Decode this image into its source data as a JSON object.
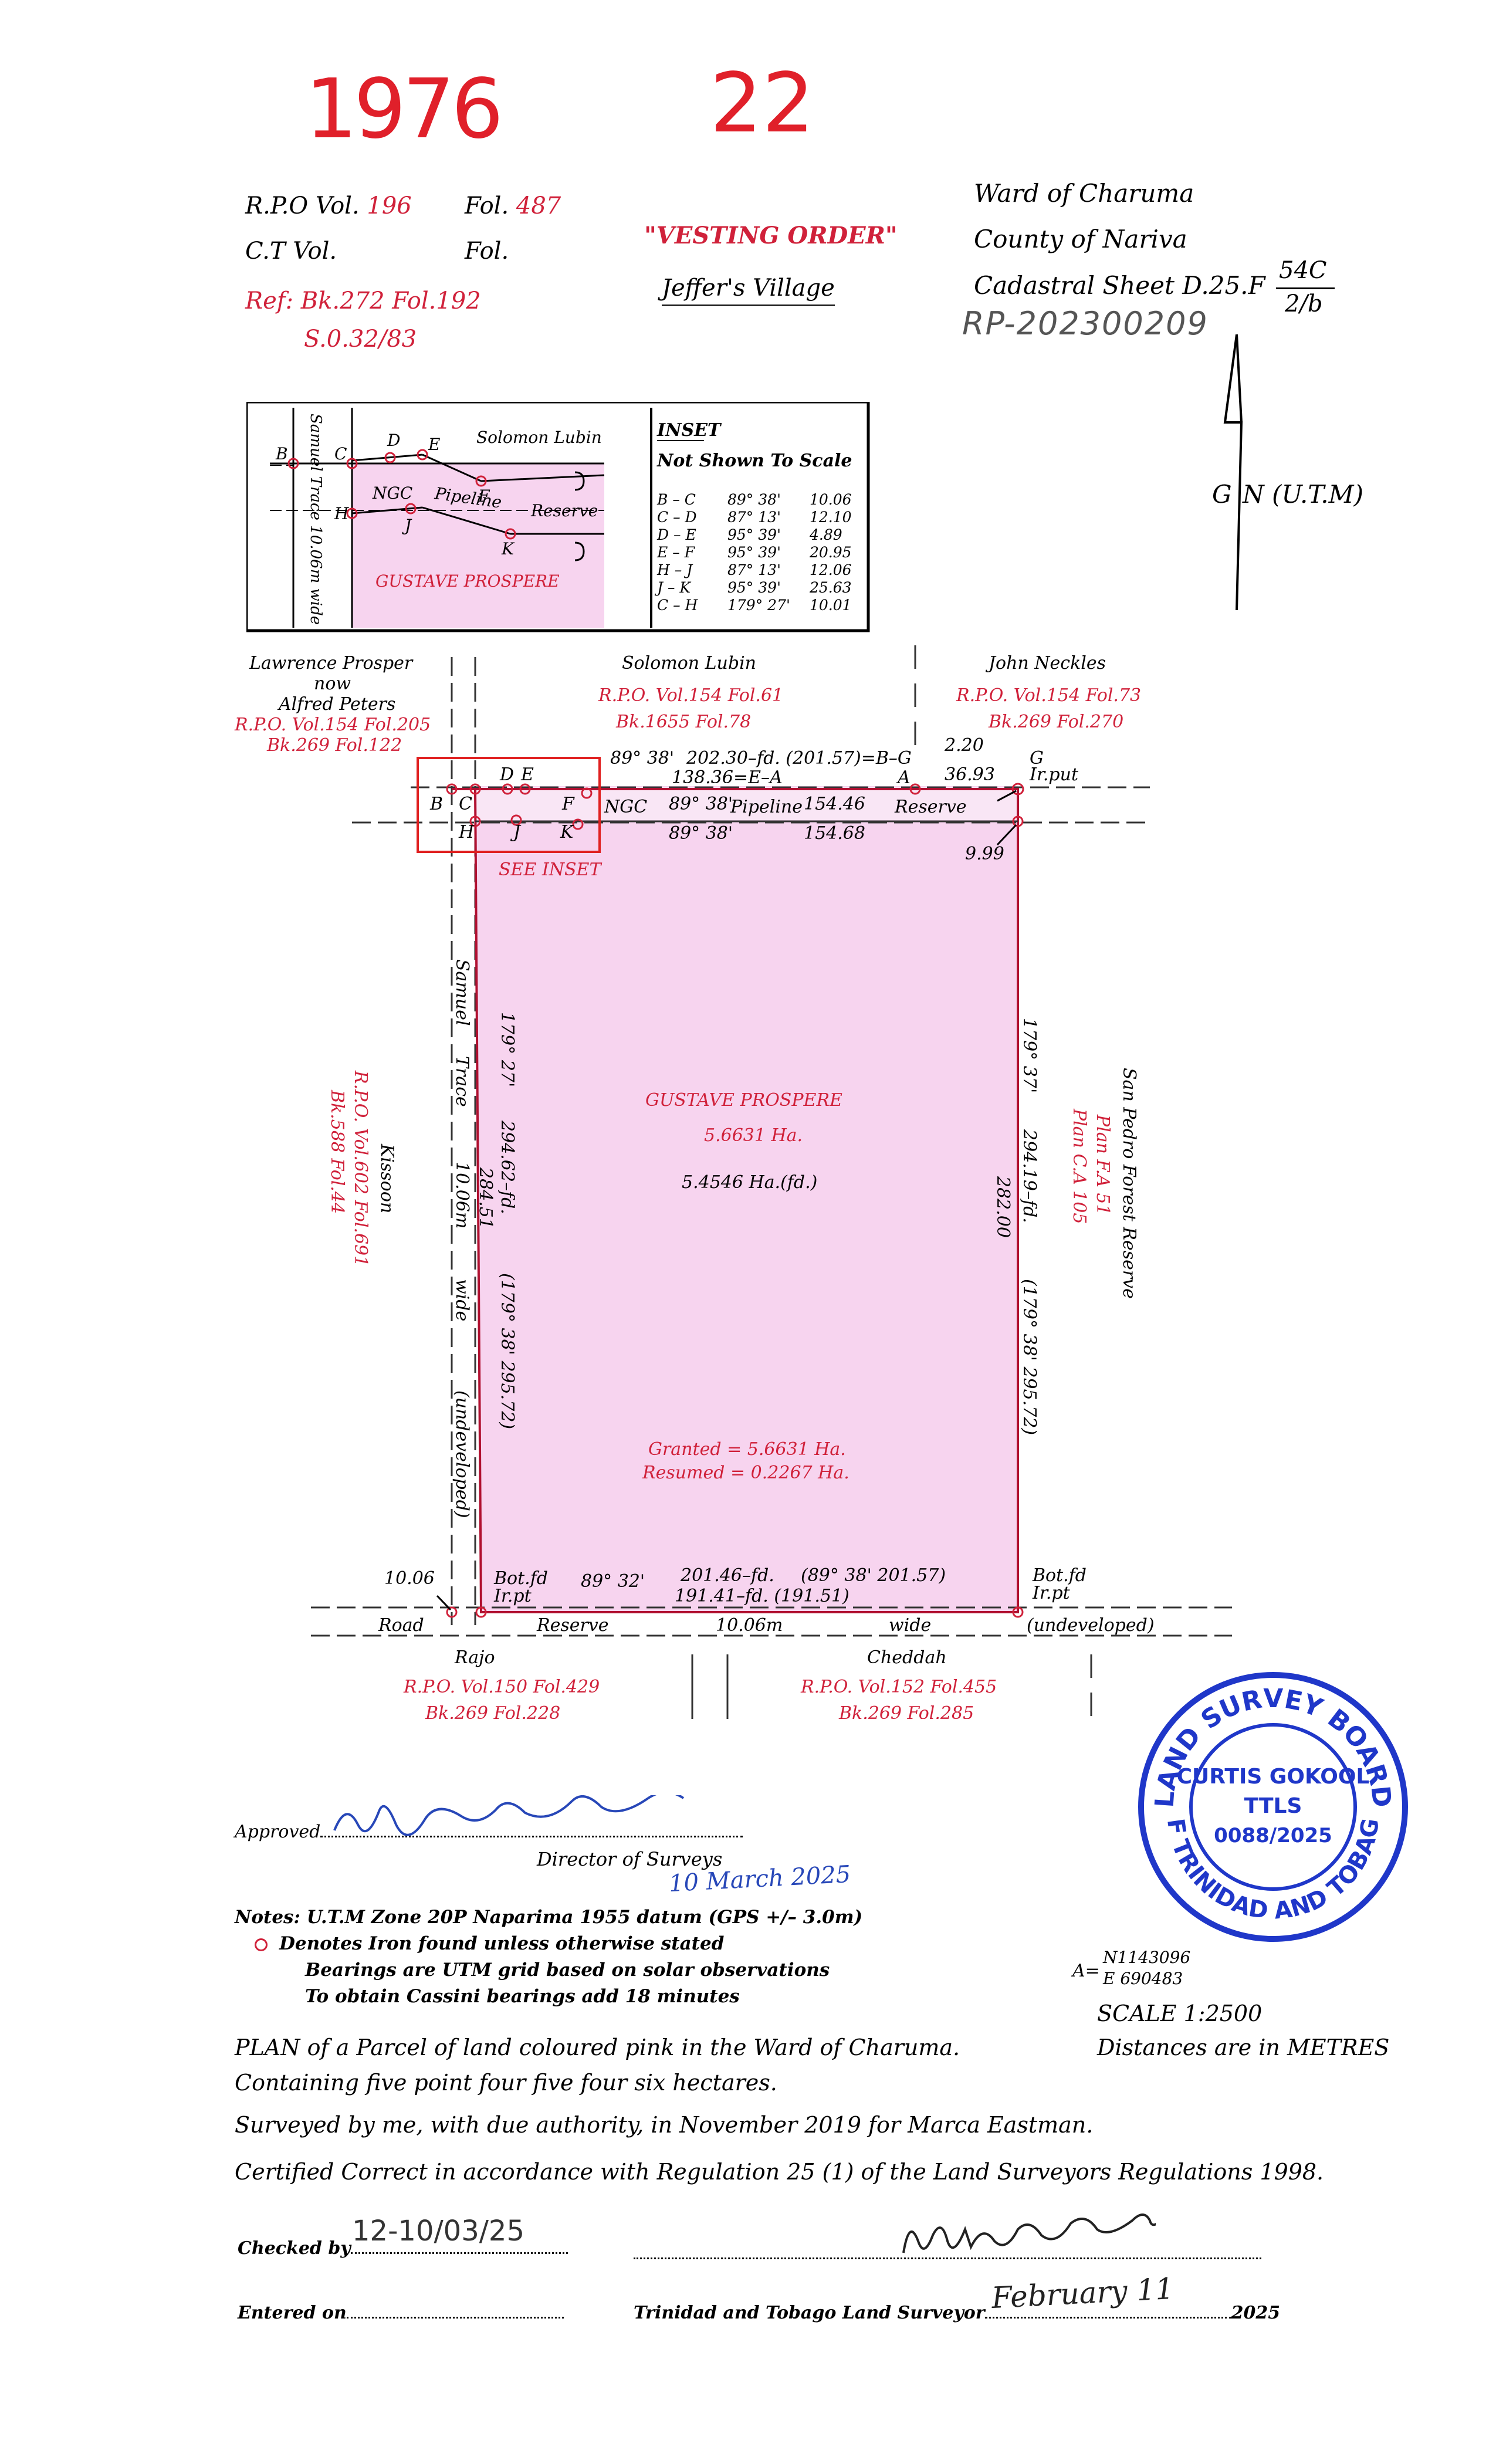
{
  "header": {
    "plan_number_left": "1976",
    "plan_number_right": "22",
    "rpo_label": "R.P.O Vol.",
    "rpo_vol": "196",
    "fol_label": "Fol.",
    "rpo_fol": "487",
    "ct_label": "C.T Vol.",
    "ct_fol_label": "Fol.",
    "ref_line1": "Ref: Bk.272 Fol.192",
    "ref_line2": "S.0.32/83",
    "vesting_order": "\"VESTING ORDER\"",
    "village": "Jeffer's Village",
    "ward": "Ward of Charuma",
    "county": "County of Nariva",
    "cadastral": "Cadastral Sheet D.25.F",
    "sheet_num": "54C",
    "sheet_den": "2/b",
    "rp_number": "RP-202300209"
  },
  "north": {
    "label_g": "G",
    "label_n": "N (U.T.M)"
  },
  "inset": {
    "title": "INSET",
    "subtitle": "Not Shown To Scale",
    "road": "Samuel Trace 10.06m wide",
    "owner_top": "Solomon Lubin",
    "ngc": "NGC",
    "pipeline": "Pipeline",
    "reserve": "Reserve",
    "parcel": "GUSTAVE PROSPERE",
    "points": [
      "B",
      "C",
      "D",
      "E",
      "F",
      "H",
      "J",
      "K"
    ],
    "table": [
      {
        "line": "B – C",
        "bearing": "89° 38'",
        "dist": "10.06"
      },
      {
        "line": "C – D",
        "bearing": "87° 13'",
        "dist": "12.10"
      },
      {
        "line": "D – E",
        "bearing": "95° 39'",
        "dist": "4.89"
      },
      {
        "line": "E – F",
        "bearing": "95° 39'",
        "dist": "20.95"
      },
      {
        "line": "H – J",
        "bearing": "87° 13'",
        "dist": "12.06"
      },
      {
        "line": "J – K",
        "bearing": "95° 39'",
        "dist": "25.63"
      },
      {
        "line": "C – H",
        "bearing": "179° 27'",
        "dist": "10.01"
      }
    ]
  },
  "plan": {
    "lawrence_1": "Lawrence Prosper",
    "lawrence_2": "now",
    "lawrence_3": "Alfred Peters",
    "lawrence_rpo": "R.P.O. Vol.154 Fol.205",
    "lawrence_bk": "Bk.269 Fol.122",
    "solomon": "Solomon Lubin",
    "solomon_rpo": "R.P.O. Vol.154 Fol.61",
    "solomon_bk": "Bk.1655 Fol.78",
    "john": "John Neckles",
    "john_rpo": "R.P.O. Vol.154 Fol.73",
    "john_bk": "Bk.269 Fol.270",
    "top_bearing": "89° 38'",
    "top_dist": "202.30–fd. (201.57)=B–G",
    "top_ea": "138.36=E–A",
    "pt_a": "A",
    "dist_220": "2.20",
    "dist_3693": "36.93",
    "pt_g": "G",
    "irput": "Ir.put",
    "ngc": "NGC",
    "pipe_bearing": "89° 38'",
    "pipeline": "Pipeline",
    "pipe_dist": "154.46",
    "reserve": "Reserve",
    "lower_bearing": "89° 38'",
    "lower_dist": "154.68",
    "dist_999": "9.99",
    "see_inset": "SEE INSET",
    "pt_b": "B",
    "pt_c": "C",
    "pt_d": "D",
    "pt_e": "E",
    "pt_f": "F",
    "pt_h": "H",
    "pt_j": "J",
    "pt_k": "K",
    "samuel": "Samuel",
    "trace": "Trace",
    "road_width": "10.06m",
    "wide": "wide",
    "undeveloped": "(undeveloped)",
    "kissoon": "Kissoon",
    "kissoon_rpo": "R.P.O. Vol.602 Fol.691",
    "kissoon_bk": "Bk.588 Fol.44",
    "west_bearing": "179° 27'",
    "west_dist1": "294.62–fd.",
    "west_dist2": "284.51",
    "west_dist3": "(179° 38' 295.72)",
    "parcel_name": "GUSTAVE PROSPERE",
    "parcel_area": "5.6631 Ha.",
    "parcel_area_fd": "5.4546 Ha.(fd.)",
    "east_bearing": "179° 37'",
    "east_dist1": "294.19–fd.",
    "east_dist2": "282.00",
    "east_dist3": "(179° 38' 295.72)",
    "sanpedro": "San Pedro Forest Reserve",
    "plan_fa": "Plan F.A 51",
    "plan_ca": "Plan C.A 105",
    "granted": "Granted = 5.6631 Ha.",
    "resumed": "Resumed = 0.2267 Ha.",
    "sw_dist": "10.06",
    "botfd": "Bot.fd",
    "irpt": "Ir.pt",
    "bottom_bearing": "89° 32'",
    "bottom_dist1": "201.46–fd.",
    "bottom_dist2": "(89° 38' 201.57)",
    "bottom_dist3": "191.41–fd. (191.51)",
    "road": "Road",
    "road_reserve": "Reserve",
    "road_width2": "10.06m",
    "road_wide": "wide",
    "road_undeveloped": "(undeveloped)",
    "rajo": "Rajo",
    "rajo_rpo": "R.P.O. Vol.150 Fol.429",
    "rajo_bk": "Bk.269 Fol.228",
    "cheddah": "Cheddah",
    "cheddah_rpo": "R.P.O. Vol.152 Fol.455",
    "cheddah_bk": "Bk.269 Fol.285"
  },
  "stamp": {
    "ring_top": "LAND SURVEY BOARD",
    "ring_bottom": "OF TRINIDAD AND TOBAGO",
    "name": "CURTIS GOKOOL",
    "ttls": "TTLS",
    "number": "0088/2025"
  },
  "approval": {
    "approved_label": "Approved",
    "director": "Director of Surveys",
    "date_hand": "10 March 2025"
  },
  "notes": {
    "line1": "Notes: U.T.M Zone 20P Naparima 1955 datum (GPS +/– 3.0m)",
    "line2": "Denotes Iron found unless otherwise stated",
    "line3": "Bearings are UTM grid based on solar observations",
    "line4": "To obtain Cassini bearings add 18 minutes",
    "coord_a": "A=",
    "coord_n": "N1143096",
    "coord_e": "E 690483",
    "scale": "SCALE 1:2500",
    "distances": "Distances are in METRES"
  },
  "certificate": {
    "line1": "PLAN of a Parcel of land coloured pink in the Ward of Charuma.",
    "line2": "Containing five point four five four six hectares.",
    "line3": "Surveyed by me, with due authority, in November 2019 for Marca Eastman.",
    "line4": "Certified Correct in accordance with Regulation 25 (1) of the Land Surveyors Regulations 1998."
  },
  "footer": {
    "checked_label": "Checked by",
    "checked_hand": "12-10/03/25",
    "entered_label": "Entered on",
    "surveyor_label": "Trinidad and Tobago Land Surveyor",
    "date_hand": "February 11",
    "year": "2025"
  },
  "colors": {
    "pink": "#f7d4ef",
    "red": "#d0213a",
    "stamp_blue": "#1f37c9",
    "ink_blue": "#2747b8"
  }
}
